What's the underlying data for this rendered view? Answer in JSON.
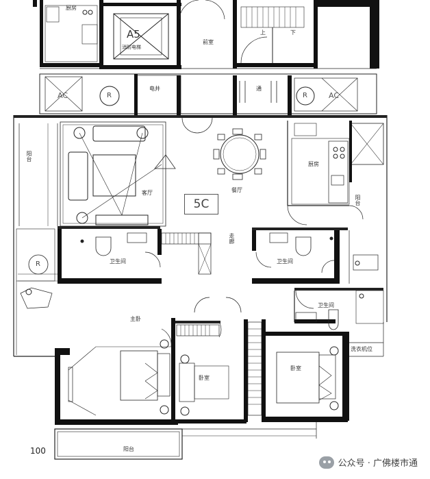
{
  "unit_label": "5C",
  "elevator_label": "A5",
  "elevator_sub": "消防电梯",
  "scale_number": "100",
  "watermark": {
    "text": "公众号 · 广佛楼市通",
    "icon": "wechat-icon"
  },
  "rooms": {
    "balcony_left": "阳台",
    "living_room": "客厅",
    "dining_room": "餐厅",
    "kitchen": "厨房",
    "balcony_kitchen": "阳台",
    "bathroom_left": "卫生间",
    "bathroom_right": "卫生间",
    "bathroom_ensuite": "卫生间",
    "corridor": "走廊",
    "master_bedroom": "主卧",
    "bedroom_middle": "卧室",
    "bedroom_right": "卧室",
    "balcony_bottom": "阳台",
    "laundry": "洗衣机位",
    "lobby": "前室",
    "ac_shaft": "电井",
    "stairs_up": "上",
    "stairs_down": "下",
    "corridor_top": "通",
    "kitchen_top": "厨房"
  },
  "symbols": {
    "ac_left": "AC",
    "ac_right": "AC",
    "r_left": "R",
    "r_right": "R",
    "r_balcony": "R"
  }
}
